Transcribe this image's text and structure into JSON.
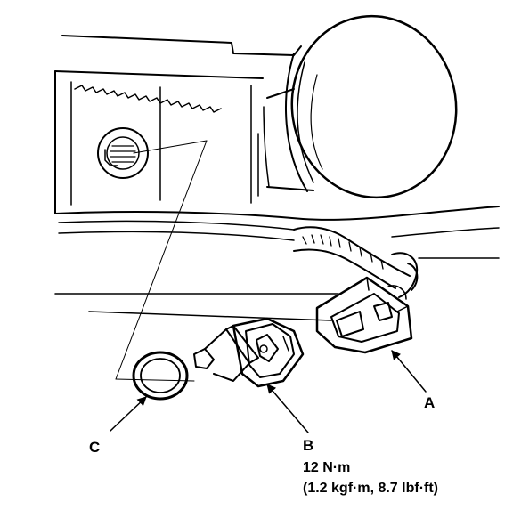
{
  "callouts": {
    "a": {
      "letter": "A"
    },
    "b": {
      "letter": "B",
      "torque_nm": "12 N·m",
      "torque_alt": "(1.2 kgf·m, 8.7 lbf·ft)"
    },
    "c": {
      "letter": "C"
    }
  },
  "colors": {
    "ink": "#000000",
    "paper": "#ffffff"
  }
}
